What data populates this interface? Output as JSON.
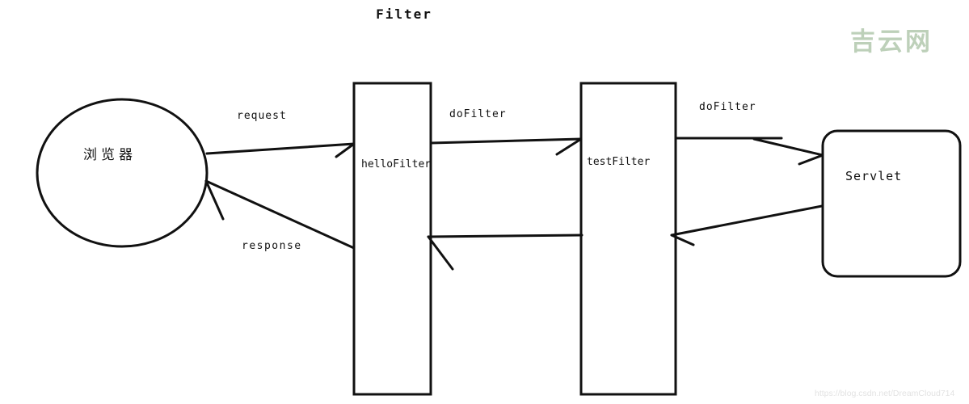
{
  "title": "Filter",
  "diagram": {
    "nodes": {
      "browser": {
        "label": "浏览器"
      },
      "hello_filter": {
        "label": "helloFilter"
      },
      "test_filter": {
        "label": "testFilter"
      },
      "servlet": {
        "label": "Servlet"
      }
    },
    "edge_labels": {
      "request": "request",
      "response": "response",
      "do_filter_1": "doFilter",
      "do_filter_2": "doFilter"
    }
  },
  "watermarks": {
    "site_name": "吉云网",
    "site_url": "https://blog.csdn.net/DreamCloud714"
  },
  "colors": {
    "line": "#111111",
    "background": "#ffffff",
    "site_watermark": "#bdd0b9",
    "url_watermark": "#e3e3e3"
  }
}
